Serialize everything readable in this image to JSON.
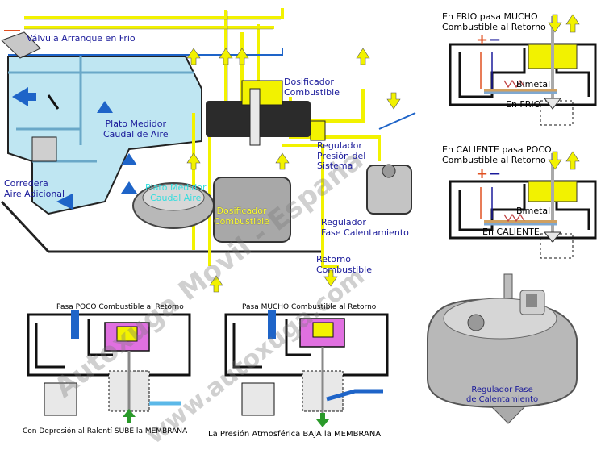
{
  "labels": {
    "valvula_arranque": "Válvula Arranque en Frio",
    "plato_medidor_1": "Plato Medidor",
    "plato_medidor_2": "Caudal de Aire",
    "plato_medidor_cyan_1": "Plato Medidor",
    "plato_medidor_cyan_2": "Caudal Aire",
    "dosificador_blue_1": "Dosificador",
    "dosificador_blue_2": "Combustible",
    "dosificador_ylw_1": "Dosificador",
    "dosificador_ylw_2": "Combustible",
    "corredera_1": "Corredera",
    "corredera_2": "Aire Adicional",
    "regulador_presion_1": "Regulador",
    "regulador_presion_2": "Presión del",
    "regulador_presion_3": "Sistema",
    "regulador_fase_1": "Regulador",
    "regulador_fase_2": "Fase Calentamiento",
    "retorno_1": "Retorno",
    "retorno_2": "Combustible",
    "frio_title_1": "En FRIO pasa MUCHO",
    "frio_title_2": "Combustible al Retorno",
    "bimetal_1": "Bimetal",
    "en_frio": "En FRIO",
    "caliente_title_1": "En CALIENTE pasa POCO",
    "caliente_title_2": "Combustible al Retorno",
    "bimetal_2": "Bimetal",
    "en_caliente": "En CALIENTE",
    "pasa_poco": "Pasa POCO Combustible al Retorno",
    "pasa_mucho": "Pasa MUCHO Combustible al Retorno",
    "con_depresion": "Con Depresión al Ralentí SUBE la MEMBRANA",
    "presion_atm": "La Presión Atmosférica BAJA la MEMBRANA",
    "regulador_photo_1": "Regulador Fase",
    "regulador_photo_2": "de Calentamiento",
    "watermark_1": "Autoxuga Movil - España",
    "watermark_2": "www.autoxuga.com",
    "plus": "+",
    "minus": "−"
  },
  "colors": {
    "fuel_yellow": "#f2f200",
    "air_blue": "#bfe6f2",
    "return_blue": "#1e64c8",
    "metal_gray": "#b8b8b8",
    "membrane_pink": "#e070e0",
    "label_blue": "#1a1a9a",
    "outline": "#111111"
  }
}
